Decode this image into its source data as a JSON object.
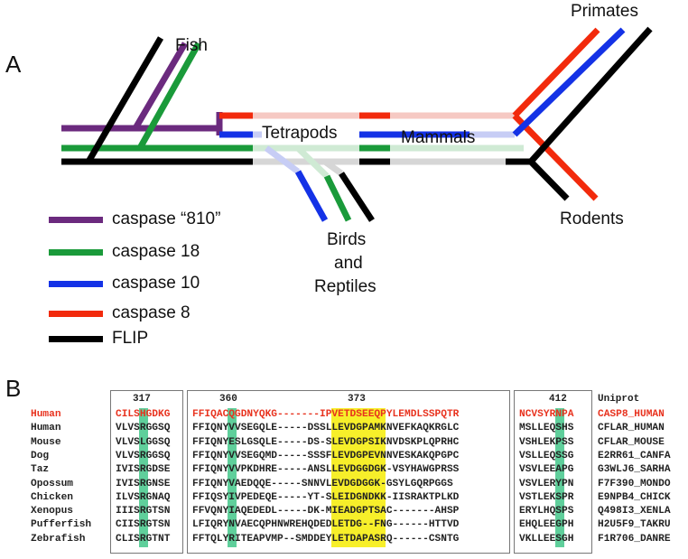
{
  "panel_a": {
    "label": "A",
    "clades": {
      "fish": "Fish",
      "tetrapods": "Tetrapods",
      "mammals": "Mammals",
      "primates": "Primates",
      "rodents": "Rodents",
      "birds_reptiles": [
        "Birds",
        "and",
        "Reptiles"
      ]
    },
    "legend": [
      {
        "label": "caspase “810”",
        "color": "#6b2a7e"
      },
      {
        "label": "caspase 18",
        "color": "#1a9a3a"
      },
      {
        "label": "caspase 10",
        "color": "#1432e6"
      },
      {
        "label": "caspase 8",
        "color": "#f22a0c"
      },
      {
        "label": "FLIP",
        "color": "#000000"
      }
    ]
  },
  "panel_b": {
    "label": "B",
    "positions": [
      "317",
      "360",
      "373",
      "412"
    ],
    "uniprot_header": "Uniprot",
    "rows": [
      {
        "species": "Human",
        "seq1": "CILSHGDKG",
        "seq2": "FFIQACQGDNYQKG-------IPVETDSEEQPYLEMDLSSPQTR",
        "seq3": "NCVSYRNPA",
        "uniprot": "CASP8_HUMAN",
        "color": "#e8321e"
      },
      {
        "species": "Human",
        "seq1": "VLVSRGGSQ",
        "seq2": "FFIQNYVVSEGQLE-----DSSLLEVDGPAMKNVEFKAQKRGLC",
        "seq3": "MSLLEQSHS",
        "uniprot": "CFLAR_HUMAN",
        "color": "#222222"
      },
      {
        "species": "Mouse",
        "seq1": "VLVSLGGSQ",
        "seq2": "FFIQNYESLGSQLE-----DS-SLEVDGPSIKNVDSKPLQPRHC",
        "seq3": "VSHLEKPSS",
        "uniprot": "CFLAR_MOUSE",
        "color": "#222222"
      },
      {
        "species": "Dog",
        "seq1": "VLVSRGGSQ",
        "seq2": "FFIQNYVVSEGQMD-----SSSFLEVDGPEVNNVESKAKQPGPC",
        "seq3": "VSLLEQSSG",
        "uniprot": "E2RR61_CANFA",
        "color": "#222222"
      },
      {
        "species": "Taz",
        "seq1": "IVISRGDSE",
        "seq2": "FFIQNYVVPKDHRE-----ANSLLEVDGGDGK-VSYHAWGPRSS",
        "seq3": "VSVLEEAPG",
        "uniprot": "G3WLJ6_SARHA",
        "color": "#222222"
      },
      {
        "species": "Opossum",
        "seq1": "IVISRGNSE",
        "seq2": "FFIQNYVAEDQQE-----SNNVLEVDGDGGK-GSYLGQRPGGS",
        "seq3": "VSVLERYPN",
        "uniprot": "F7F390_MONDO",
        "color": "#222222"
      },
      {
        "species": "Chicken",
        "seq1": "ILVSRGNAQ",
        "seq2": "FFIQSYIVPEDEQE-----YT-SLEIDGNDKK-IISRAKTPLKD",
        "seq3": "VSTLEKSPR",
        "uniprot": "E9NPB4_CHICK",
        "color": "#222222"
      },
      {
        "species": "Xenopus",
        "seq1": "IIISRGTSN",
        "seq2": "FFVQNYIAQEDEDL-----DK-MIEADGPTSAC-------AHSP",
        "seq3": "ERYLHQSPS",
        "uniprot": "Q498I3_XENLA",
        "color": "#222222"
      },
      {
        "species": "Pufferfish",
        "seq1": "CIISRGTSN",
        "seq2": "LFIQRYNVAECQPHNWREHQDEDLETDG--FNG------HTTVD",
        "seq3": "EHQLEEGPH",
        "uniprot": "H2U5F9_TAKRU",
        "color": "#222222"
      },
      {
        "species": "Zebrafish",
        "seq1": "CLISRGTNT",
        "seq2": "FFTQLYRITEAPVMP--SMDDEYLETDAPASRQ------CSNTG",
        "seq3": "VKLLEESGH",
        "uniprot": "F1R706_DANRE",
        "color": "#222222"
      }
    ],
    "highlight_colors": {
      "conserved": "#5fcf9b",
      "motif": "#f7ef2a"
    }
  }
}
